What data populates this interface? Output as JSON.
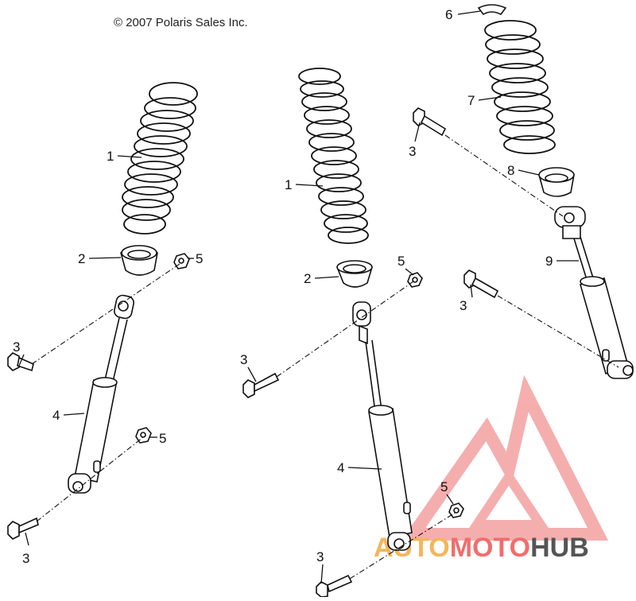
{
  "copyright": "© 2007 Polaris Sales Inc.",
  "watermark": {
    "part1": "AUTO",
    "part2": "MOTO",
    "part3": "HUB",
    "color1": "#f5b55a",
    "color2": "#f26d6d",
    "color3": "#555555",
    "logo_color": "#f4a0a0"
  },
  "callouts": {
    "c1a": "1",
    "c1b": "1",
    "c2a": "2",
    "c2b": "2",
    "c3a": "3",
    "c3b": "3",
    "c3c": "3",
    "c3d": "3",
    "c3e": "3",
    "c3f": "3",
    "c4a": "4",
    "c4b": "4",
    "c5a": "5",
    "c5b": "5",
    "c5c": "5",
    "c5d": "5",
    "c6": "6",
    "c7": "7",
    "c8": "8",
    "c9": "9"
  }
}
